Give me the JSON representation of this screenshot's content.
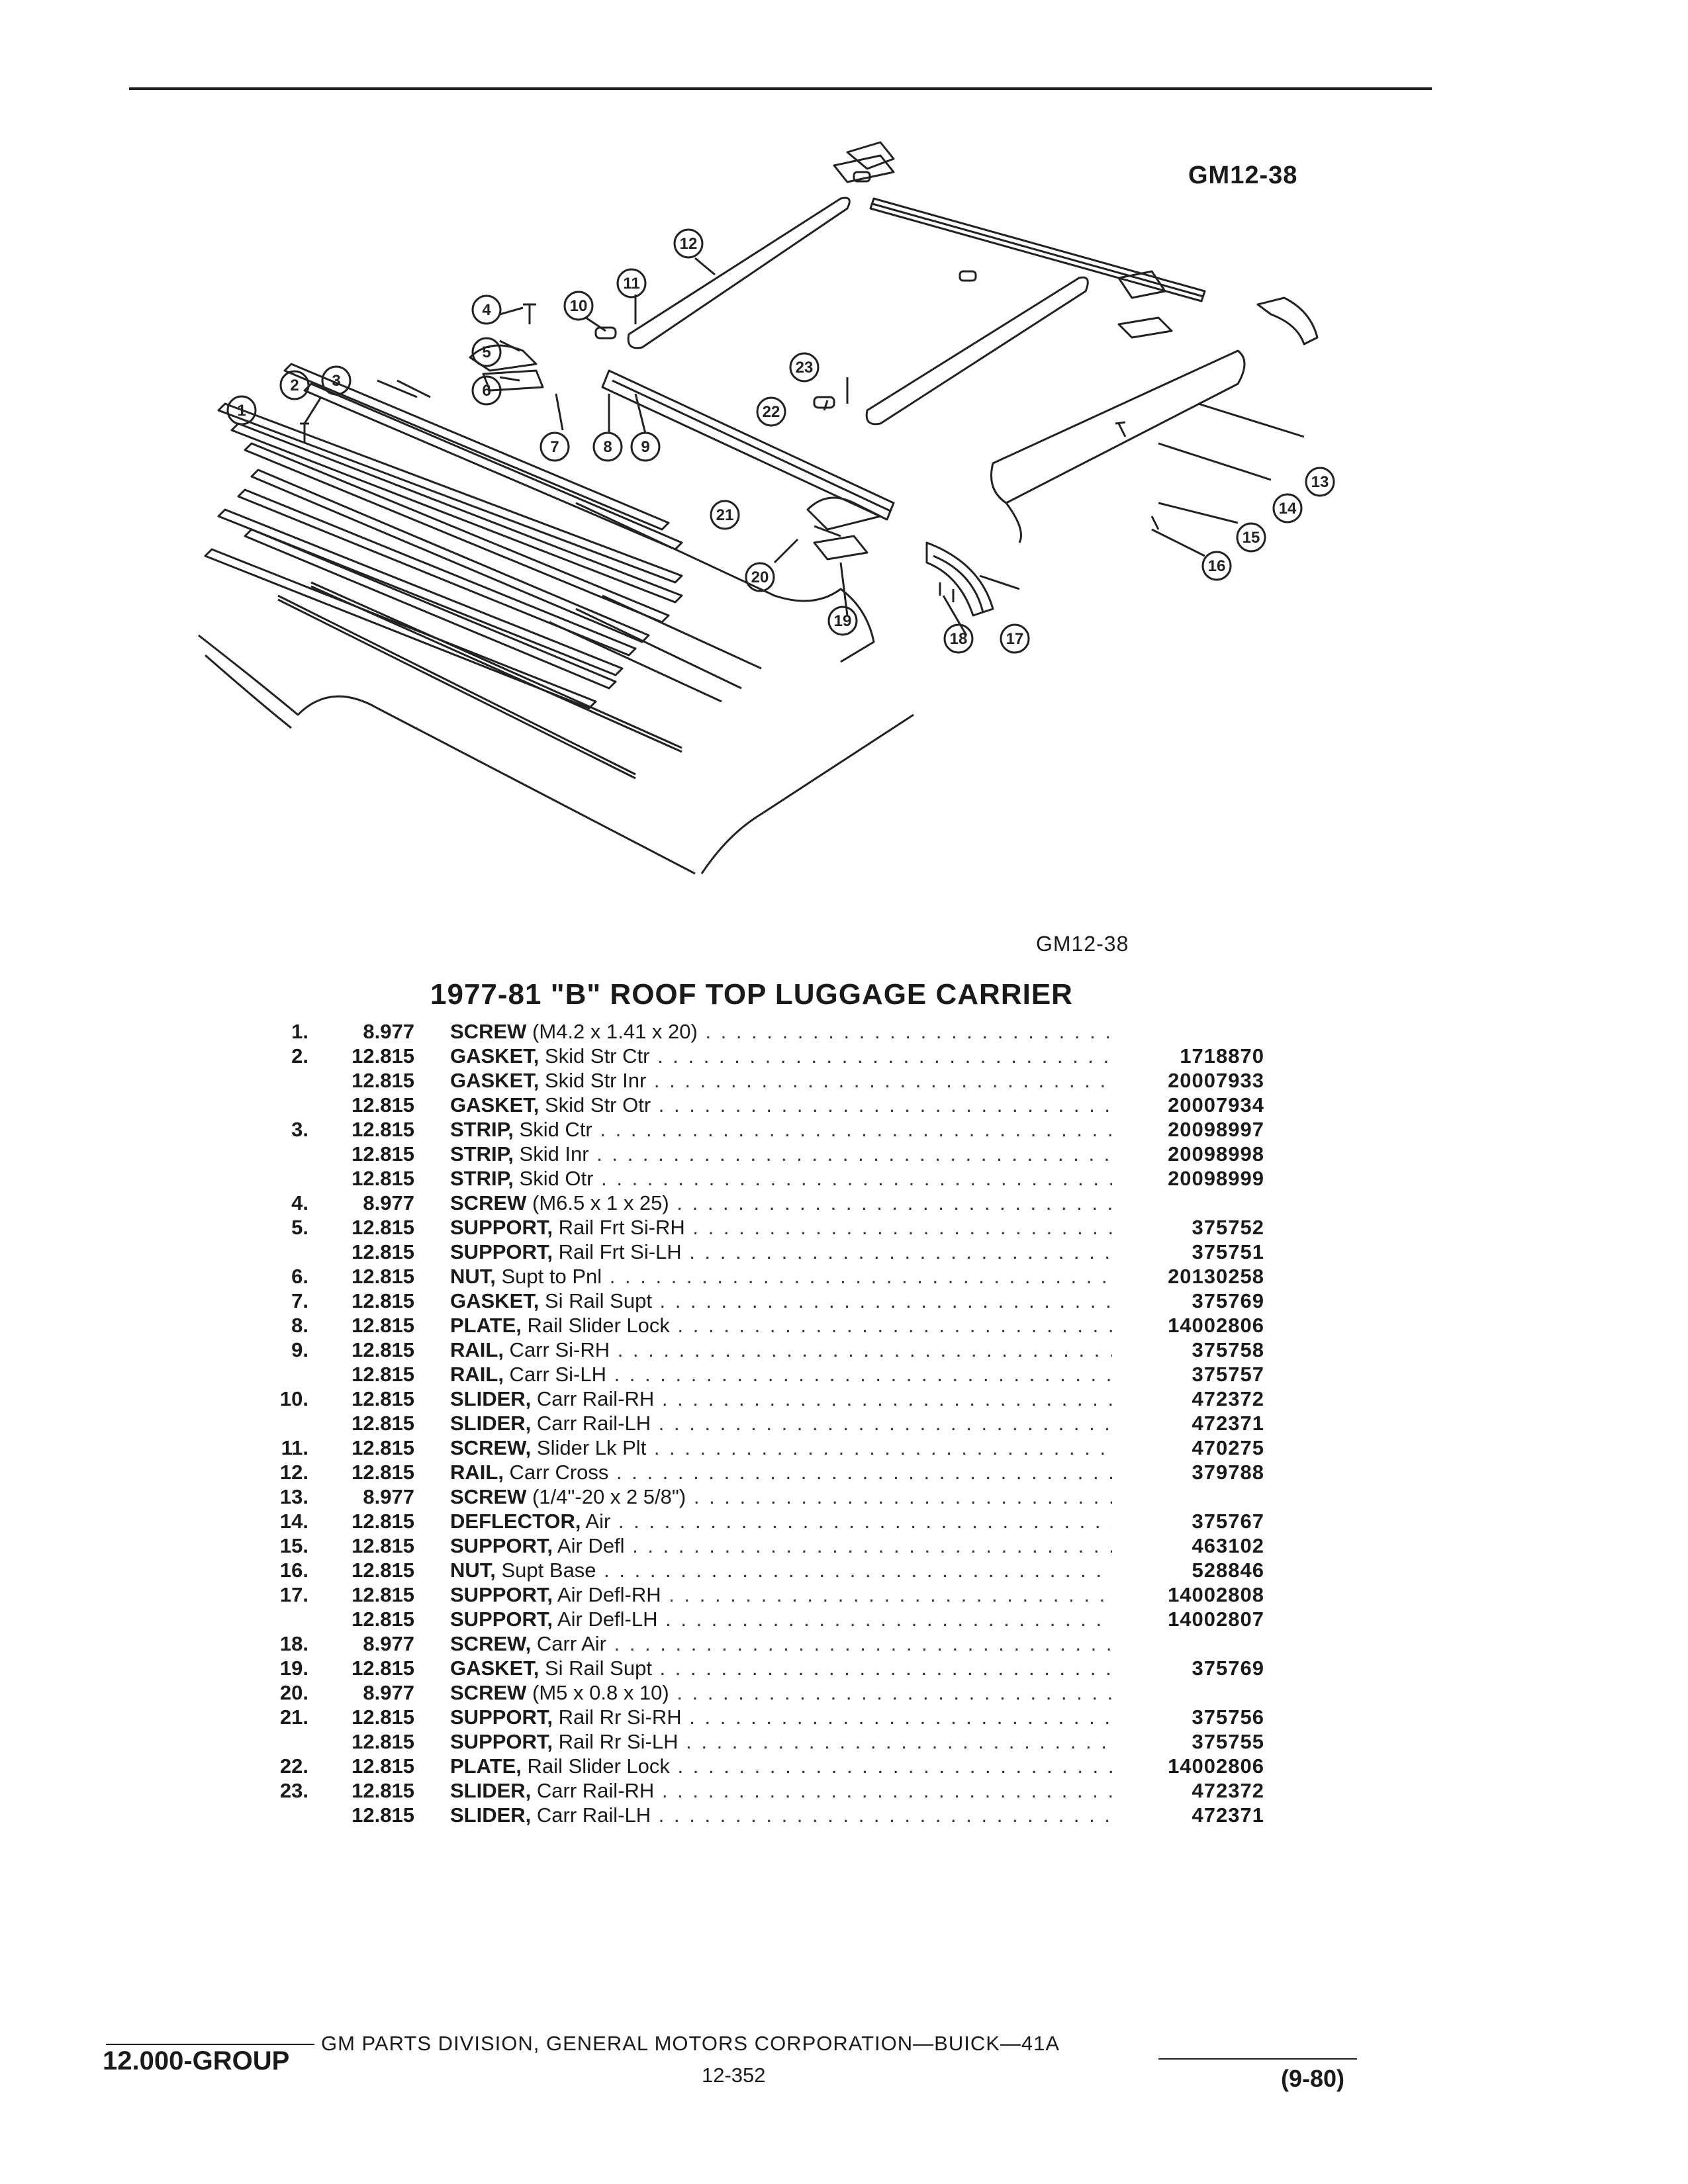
{
  "figure": {
    "code_top": "GM12-38",
    "code_bottom": "GM12-38"
  },
  "callouts": [
    "1",
    "2",
    "3",
    "4",
    "5",
    "6",
    "7",
    "8",
    "9",
    "10",
    "11",
    "12",
    "13",
    "14",
    "15",
    "16",
    "17",
    "18",
    "19",
    "20",
    "21",
    "22",
    "23"
  ],
  "title": "1977-81 \"B\" ROOF TOP LUGGAGE CARRIER",
  "parts": [
    {
      "num": "1.",
      "group": "8.977",
      "name": "SCREW",
      "detail": " (M4.2 x 1.41 x 20)",
      "part": ""
    },
    {
      "num": "2.",
      "group": "12.815",
      "name": "GASKET,",
      "detail": " Skid Str Ctr",
      "part": "1718870"
    },
    {
      "num": "",
      "group": "12.815",
      "name": "GASKET,",
      "detail": " Skid Str Inr",
      "part": "20007933"
    },
    {
      "num": "",
      "group": "12.815",
      "name": "GASKET,",
      "detail": " Skid Str Otr",
      "part": "20007934"
    },
    {
      "num": "3.",
      "group": "12.815",
      "name": "STRIP,",
      "detail": " Skid Ctr",
      "part": "20098997"
    },
    {
      "num": "",
      "group": "12.815",
      "name": "STRIP,",
      "detail": " Skid Inr",
      "part": "20098998"
    },
    {
      "num": "",
      "group": "12.815",
      "name": "STRIP,",
      "detail": " Skid Otr",
      "part": "20098999"
    },
    {
      "num": "4.",
      "group": "8.977",
      "name": "SCREW",
      "detail": " (M6.5 x 1 x 25)",
      "part": ""
    },
    {
      "num": "5.",
      "group": "12.815",
      "name": "SUPPORT,",
      "detail": " Rail Frt Si-RH",
      "part": "375752"
    },
    {
      "num": "",
      "group": "12.815",
      "name": "SUPPORT,",
      "detail": " Rail Frt Si-LH",
      "part": "375751"
    },
    {
      "num": "6.",
      "group": "12.815",
      "name": "NUT,",
      "detail": " Supt to Pnl",
      "part": "20130258"
    },
    {
      "num": "7.",
      "group": "12.815",
      "name": "GASKET,",
      "detail": " Si Rail Supt",
      "part": "375769"
    },
    {
      "num": "8.",
      "group": "12.815",
      "name": "PLATE,",
      "detail": " Rail Slider Lock",
      "part": "14002806"
    },
    {
      "num": "9.",
      "group": "12.815",
      "name": "RAIL,",
      "detail": " Carr Si-RH",
      "part": "375758"
    },
    {
      "num": "",
      "group": "12.815",
      "name": "RAIL,",
      "detail": " Carr Si-LH",
      "part": "375757"
    },
    {
      "num": "10.",
      "group": "12.815",
      "name": "SLIDER,",
      "detail": " Carr Rail-RH",
      "part": "472372"
    },
    {
      "num": "",
      "group": "12.815",
      "name": "SLIDER,",
      "detail": " Carr Rail-LH",
      "part": "472371"
    },
    {
      "num": "11.",
      "group": "12.815",
      "name": "SCREW,",
      "detail": " Slider Lk Plt",
      "part": "470275"
    },
    {
      "num": "12.",
      "group": "12.815",
      "name": "RAIL,",
      "detail": " Carr Cross",
      "part": "379788"
    },
    {
      "num": "13.",
      "group": "8.977",
      "name": "SCREW",
      "detail": " (1/4\"-20 x 2 5/8\")",
      "part": ""
    },
    {
      "num": "14.",
      "group": "12.815",
      "name": "DEFLECTOR,",
      "detail": " Air",
      "part": "375767"
    },
    {
      "num": "15.",
      "group": "12.815",
      "name": "SUPPORT,",
      "detail": " Air Defl",
      "part": "463102"
    },
    {
      "num": "16.",
      "group": "12.815",
      "name": "NUT,",
      "detail": " Supt Base",
      "part": "528846"
    },
    {
      "num": "17.",
      "group": "12.815",
      "name": "SUPPORT,",
      "detail": " Air Defl-RH",
      "part": "14002808"
    },
    {
      "num": "",
      "group": "12.815",
      "name": "SUPPORT,",
      "detail": " Air Defl-LH",
      "part": "14002807"
    },
    {
      "num": "18.",
      "group": "8.977",
      "name": "SCREW,",
      "detail": " Carr Air",
      "part": ""
    },
    {
      "num": "19.",
      "group": "12.815",
      "name": "GASKET,",
      "detail": " Si Rail Supt",
      "part": "375769"
    },
    {
      "num": "20.",
      "group": "8.977",
      "name": "SCREW",
      "detail": " (M5 x 0.8 x 10)",
      "part": ""
    },
    {
      "num": "21.",
      "group": "12.815",
      "name": "SUPPORT,",
      "detail": " Rail Rr Si-RH",
      "part": "375756"
    },
    {
      "num": "",
      "group": "12.815",
      "name": "SUPPORT,",
      "detail": " Rail Rr Si-LH",
      "part": "375755"
    },
    {
      "num": "22.",
      "group": "12.815",
      "name": "PLATE,",
      "detail": " Rail Slider Lock",
      "part": "14002806"
    },
    {
      "num": "23.",
      "group": "12.815",
      "name": "SLIDER,",
      "detail": " Carr Rail-RH",
      "part": "472372"
    },
    {
      "num": "",
      "group": "12.815",
      "name": "SLIDER,",
      "detail": " Carr Rail-LH",
      "part": "472371"
    }
  ],
  "footer": {
    "center": "GM PARTS DIVISION, GENERAL MOTORS CORPORATION—BUICK—41A",
    "page": "12-352",
    "group": "12.000-GROUP",
    "date": "(9-80)"
  }
}
